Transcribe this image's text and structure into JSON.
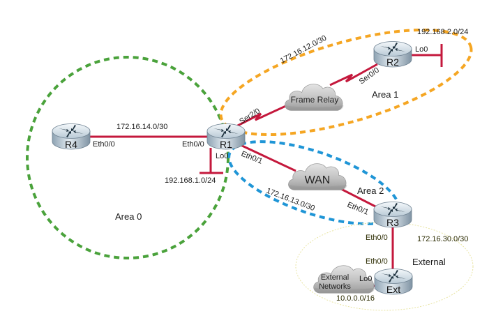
{
  "colors": {
    "link": "#c4183c",
    "area0": "#4aa23b",
    "area1": "#f5a623",
    "area2": "#1f95d6",
    "external": "#e8e4a0"
  },
  "areas": [
    {
      "id": "area0",
      "label": "Area 0"
    },
    {
      "id": "area1",
      "label": "Area 1"
    },
    {
      "id": "area2",
      "label": "Area 2"
    },
    {
      "id": "external",
      "label": "External"
    }
  ],
  "routers": [
    {
      "id": "R1",
      "label": "R1"
    },
    {
      "id": "R2",
      "label": "R2"
    },
    {
      "id": "R3",
      "label": "R3"
    },
    {
      "id": "R4",
      "label": "R4"
    },
    {
      "id": "Ext",
      "label": "Ext"
    }
  ],
  "clouds": [
    {
      "id": "frame-relay",
      "label": "Frame Relay"
    },
    {
      "id": "wan",
      "label": "WAN"
    },
    {
      "id": "external-networks",
      "label_line1": "External",
      "label_line2": "Networks"
    }
  ],
  "subnets": {
    "r1_r4": "172.16.14.0/30",
    "r1_r2": "172.16.12.0/30",
    "r1_r3": "172.16.13.0/30",
    "r3_ext": "172.16.30.0/30",
    "r1_lo0": "192.168.1.0/24",
    "r2_lo0": "192.168.2.0/24",
    "ext_lo0": "10.0.0.0/16"
  },
  "interfaces": {
    "r4_eth00": "Eth0/0",
    "r1_eth00": "Eth0/0",
    "r1_lo0": "Lo0",
    "r1_ser20": "Ser2/0",
    "r1_eth01": "Eth0/1",
    "r2_ser00": "Ser0/0",
    "r2_lo0": "Lo0",
    "r3_eth01": "Eth0/1",
    "r3_eth00": "Eth0/0",
    "ext_eth00": "Eth0/0",
    "ext_lo0": "Lo0"
  }
}
